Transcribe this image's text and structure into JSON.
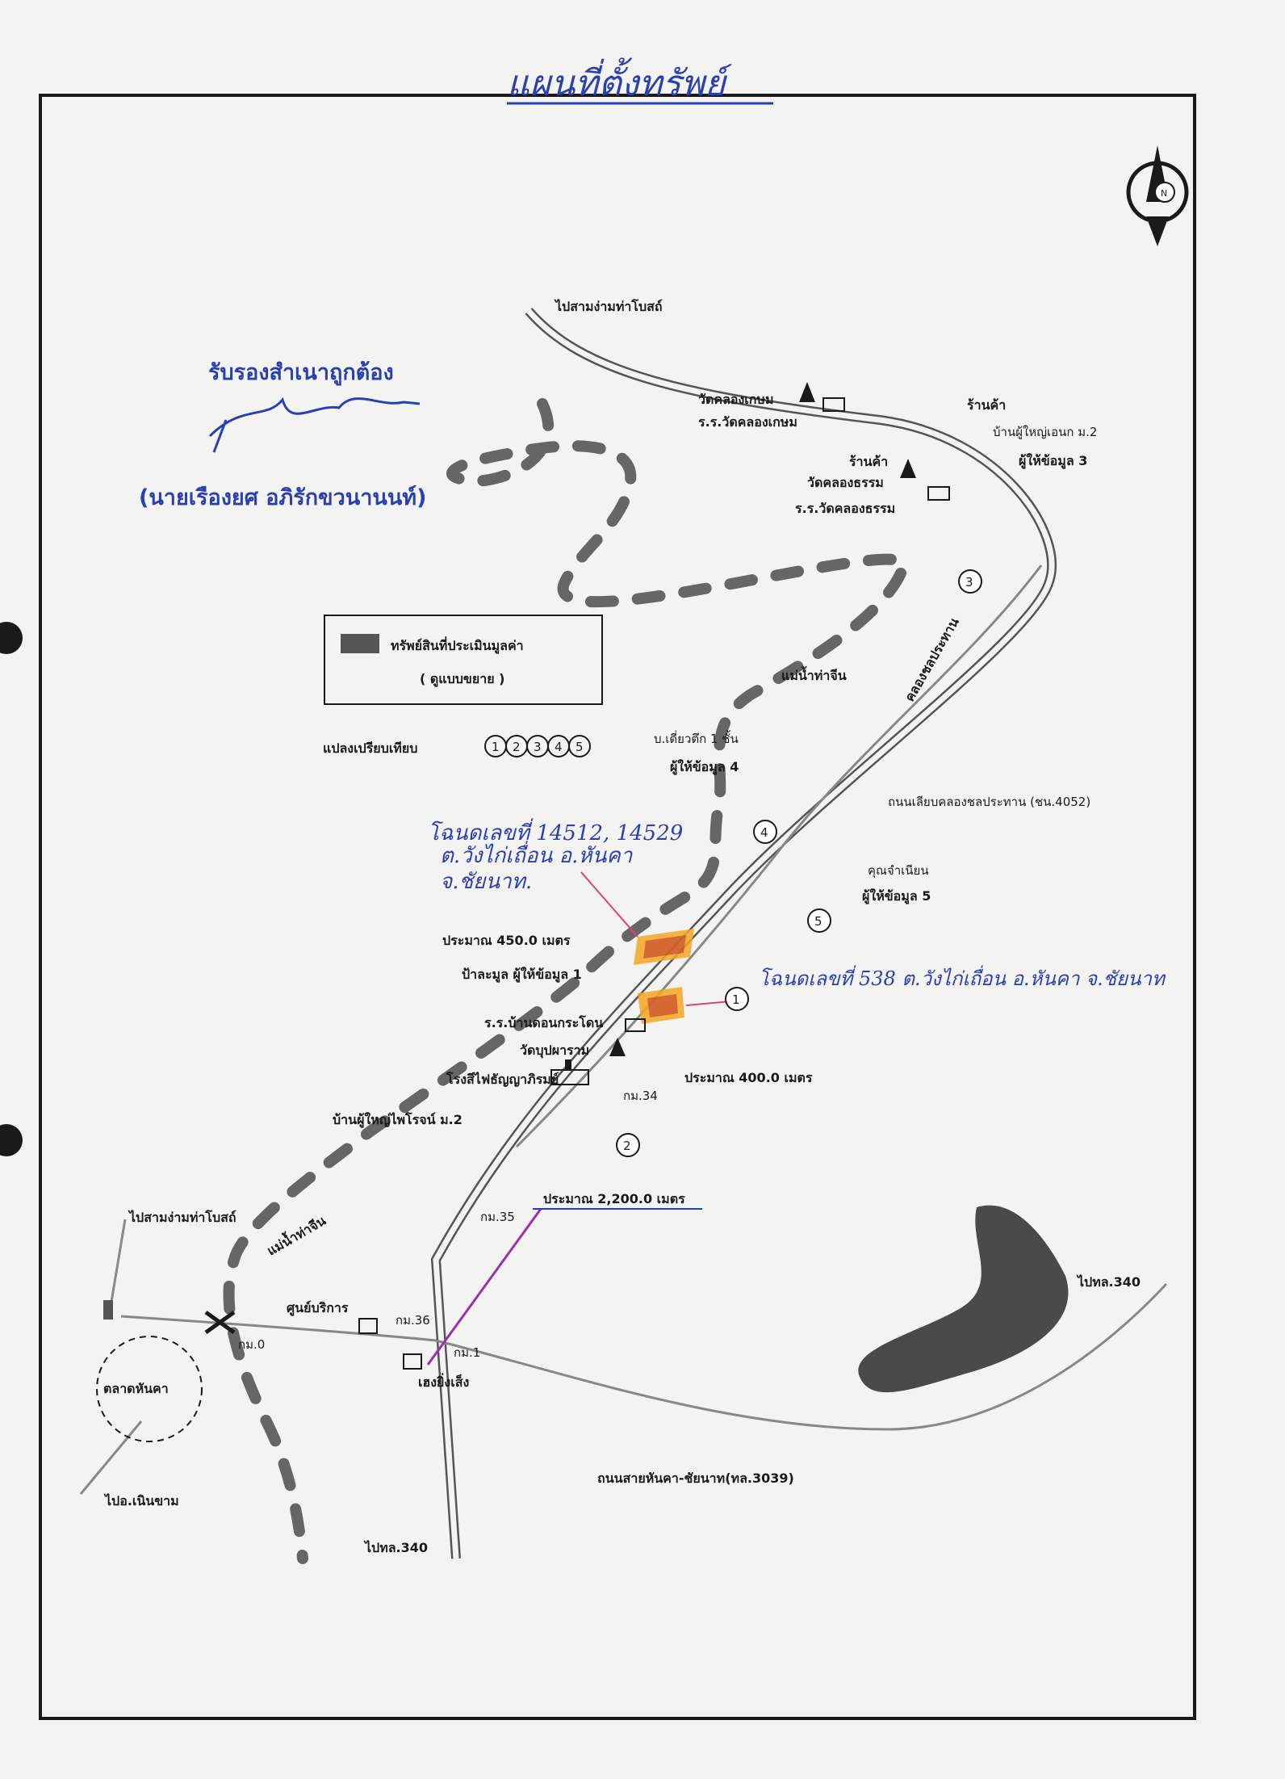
{
  "map": {
    "title": "แผนที่ตั้งทรัพย์",
    "certification": {
      "certified_text": "รับรองสำเนาถูกต้อง",
      "signatory": "(นายเรืองยศ  อภิรักขวนานนท์)"
    },
    "legend": {
      "asset_label": "ทรัพย์สินที่ประเมินมูลค่า",
      "asset_note": "( ดูแบบขยาย )",
      "comparables_label": "แปลงเปรียบเทียบ",
      "comparable_numbers": [
        "1",
        "2",
        "3",
        "4",
        "5"
      ]
    },
    "handwritten_notes": {
      "deed_top_line1": "โฉนดเลขที่ 14512, 14529",
      "deed_top_line2": "ต.วังไก่เถื่อน อ.หันคา",
      "deed_top_line3": "จ.ชัยนาท.",
      "deed_right": "โฉนดเลขที่ 538 ต.วังไก่เถื่อน อ.หันคา จ.ชัยนาท"
    },
    "places": {
      "to_sam_ngam_top": "ไปสามง่ามท่าโบสถ์",
      "wat_khlong_kasem": "วัดคลองเกษม",
      "school_khlong_kasem": "ร.ร.วัดคลองเกษม",
      "shop_1": "ร้านค้า",
      "village_head_house": "บ้านผู้ใหญ่เอนก ม.2",
      "informant_3": "ผู้ให้ข้อมูล 3",
      "shop_2": "ร้านค้า",
      "wat_khlong_tham": "วัดคลองธรรม",
      "school_khlong_tham": "ร.ร.วัดคลองธรรม",
      "river": "แม่น้ำท่าจีน",
      "canal": "คลองชลประทาน",
      "house_single": "บ.เดี่ยวตึก 1 ชั้น",
      "informant_4": "ผู้ให้ข้อมูล 4",
      "road_4052": "ถนนเลียบคลองชลประทาน (ชน.4052)",
      "khun_chamnian": "คุณจำเนียน",
      "informant_5": "ผู้ให้ข้อมูล 5",
      "dist_450": "ประมาณ 450.0 เมตร",
      "pa_lamun": "ป้าละมูล ผู้ให้ข้อมูล 1",
      "school_ban_khon": "ร.ร.บ้านดอนกระโดน",
      "wat_bupharam": "วัดบุปผาราม",
      "rice_mill": "โรงสีไฟธัญญาภิรมย์",
      "km34": "กม.34",
      "dist_400": "ประมาณ 400.0 เมตร",
      "village_head_2": "บ้านผู้ใหญ่ไพโรจน์ ม.2",
      "dist_2200": "ประมาณ 2,200.0 เมตร",
      "to_sam_ngam_left": "ไปสามง่ามท่าโบสถ์",
      "river_2": "แม่น้ำท่าจีน",
      "km35": "กม.35",
      "service_center": "ศูนย์บริการ",
      "km36": "กม.36",
      "km0": "กม.0",
      "km1": "กม.1",
      "to_tl340_right": "ไปทล.340",
      "market": "ตลาดหันคา",
      "seng_yang": "เฮงยิ่งเส็ง",
      "road_3039": "ถนนสายหันคา-ชัยนาท(ทล.3039)",
      "to_noen_kham": "ไปอ.เนินขาม",
      "to_tl340_bottom": "ไปทล.340"
    },
    "compass": "N",
    "colors": {
      "handwriting": "#2a3fb0",
      "asset_highlight": "#f5a623",
      "asset_hatch": "#c0392b",
      "road": "#555555",
      "ink": "#1a1a1a"
    }
  }
}
